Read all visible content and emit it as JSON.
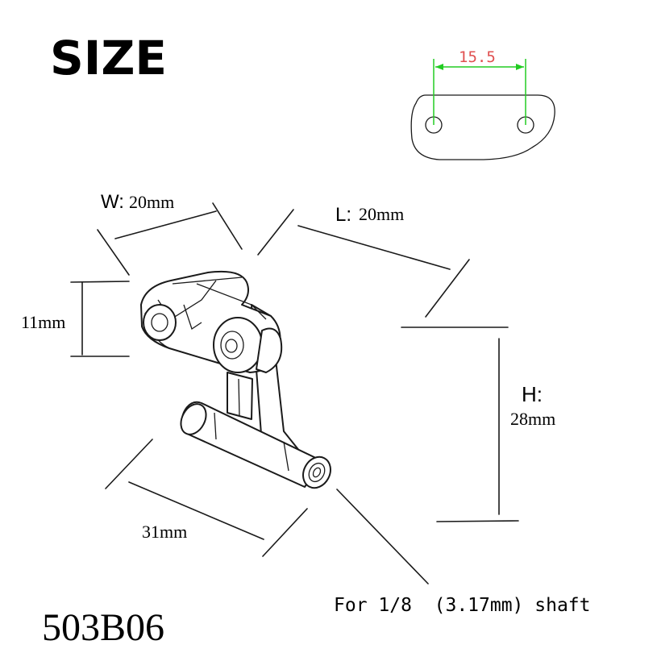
{
  "heading": "SIZE",
  "model": "503B06",
  "hole_spacing": "15.5",
  "width": {
    "prefix": "W:",
    "value": "20mm"
  },
  "length": {
    "prefix": "L:",
    "value": "20mm"
  },
  "height": {
    "prefix": "H:",
    "value": "28mm"
  },
  "side_height": "11mm",
  "shaft_length": "31mm",
  "shaft_note": "For 1/8  (3.17mm) shaft",
  "colors": {
    "dimension_text": "#e05050",
    "dimension_line": "#22cc22",
    "outline": "#1a1a1a"
  }
}
